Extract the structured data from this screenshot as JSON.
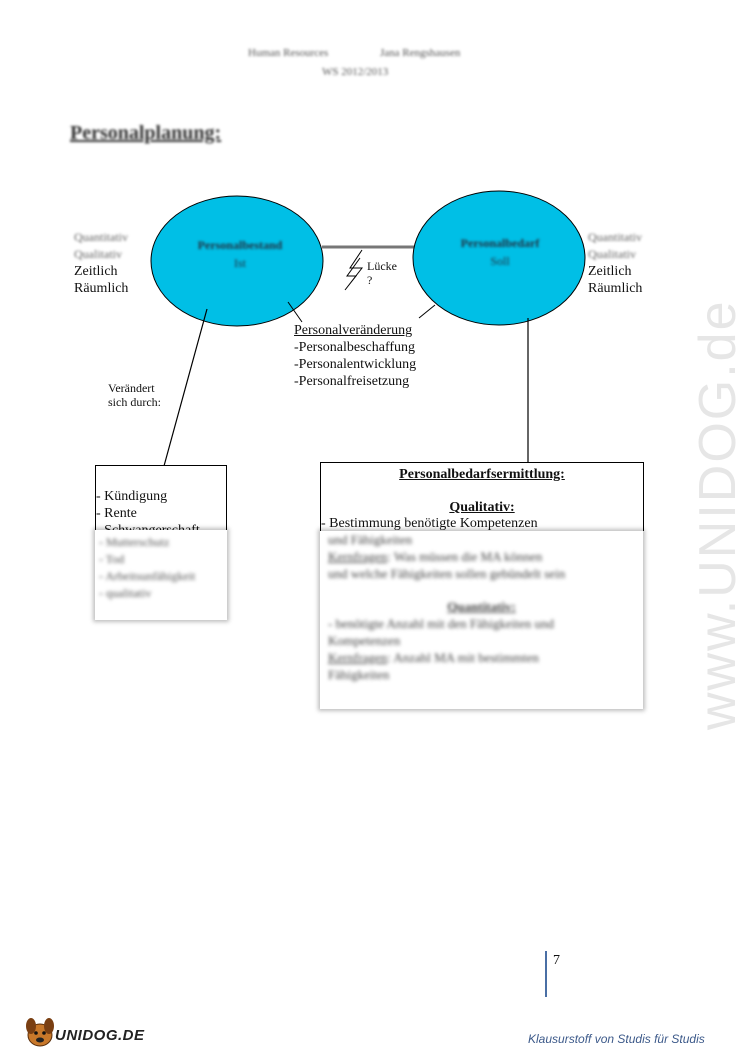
{
  "header": {
    "line1_left": "Human Resources",
    "line1_right": "Jana Rengshausen",
    "line2": "WS 2012/2013"
  },
  "title": "Personalplanung:",
  "left_circle": {
    "title": "Personalbestand",
    "subtitle": "Ist"
  },
  "right_circle": {
    "title": "Personalbedarf",
    "subtitle": "Soll"
  },
  "circle_color": "#00bfe6",
  "left_labels": [
    "Quantitativ",
    "Qualitativ",
    "Zeitlich",
    "Räumlich"
  ],
  "right_labels": [
    "Quantitativ",
    "Qualitativ",
    "Zeitlich",
    "Räumlich"
  ],
  "gap": {
    "line1": "Lücke",
    "line2": "?"
  },
  "changes": {
    "heading": "Personalveränderung",
    "items": [
      "-Personalbeschaffung",
      "-Personalentwicklung",
      "-Personalfreisetzung"
    ]
  },
  "changes_by": {
    "line1": "Verändert",
    "line2": "sich durch:"
  },
  "left_box": {
    "items_clear": [
      "- Kündigung",
      "- Rente",
      "- Schwangerschaft"
    ],
    "items_faded": [
      "- Mutterschutz",
      "- Tod",
      "- Arbeitsunfähigkeit",
      "- qualitativ"
    ]
  },
  "right_box": {
    "title": "Personalbedarfsermittlung:",
    "qual_heading": "Qualitativ:",
    "qual_line1": "- Bestimmung benötigte Kompetenzen",
    "qual_line2": "und Fähigkeiten",
    "qual_q_label": "Kernfragen",
    "qual_q_text": ": Was müssen die MA können",
    "qual_q_line2": "und welche Fähigkeiten sollen gebündelt sein",
    "quant_heading": "Quantitativ:",
    "quant_line1": "- benötigte Anzahl mit den Fähigkeiten und",
    "quant_line2": "Kompetenzen",
    "quant_q_label": "Kernfragen",
    "quant_q_text": ": Anzahl MA mit bestimmten",
    "quant_q_line2": "Fähigkeiten"
  },
  "page_number": "7",
  "footer": {
    "logo": "UNIDOG.DE",
    "tagline": "Klausurstoff von Studis für Studis"
  },
  "watermark": "www.UNIDOG.de"
}
